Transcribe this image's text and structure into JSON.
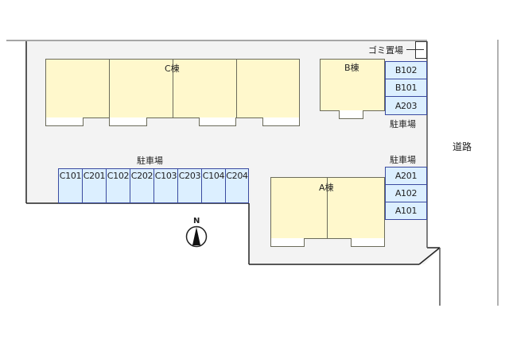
{
  "site_plan": {
    "buildings": {
      "c": {
        "label": "C棟"
      },
      "b": {
        "label": "B棟"
      },
      "a": {
        "label": "A棟"
      }
    },
    "parking": {
      "top_right": {
        "label": "駐車場",
        "spaces": [
          "B102",
          "B101",
          "A203"
        ]
      },
      "right": {
        "label": "駐車場",
        "spaces": [
          "A201",
          "A102",
          "A101"
        ]
      },
      "bottom_row": {
        "label": "駐車場",
        "spaces": [
          "C101",
          "C201",
          "C102",
          "C202",
          "C103",
          "C203",
          "C104",
          "C204"
        ]
      }
    },
    "garbage_area": {
      "label": "ゴミ置場"
    },
    "road": {
      "label": "道路"
    },
    "compass": {
      "north_label": "N"
    },
    "colors": {
      "building_fill": "#fff8cc",
      "parking_fill": "#dcefff",
      "parking_border": "#3a4aa0",
      "site_fill": "#f3f3f3"
    }
  }
}
